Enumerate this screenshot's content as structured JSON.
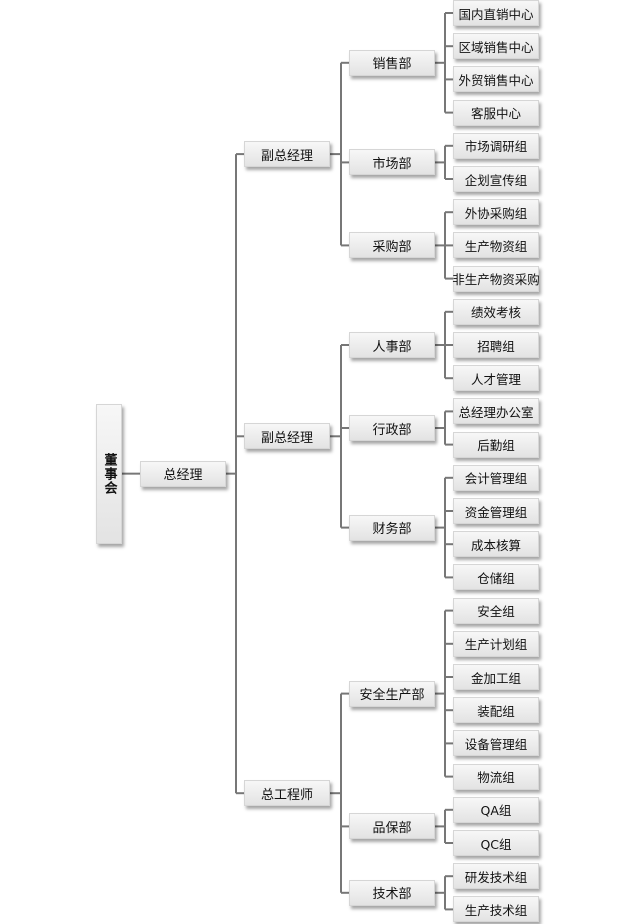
{
  "org": {
    "label": "董事会",
    "children": [
      {
        "label": "总经理",
        "children": [
          {
            "label": "副总经理",
            "children": [
              {
                "label": "销售部",
                "children": [
                  {
                    "label": "国内直销中心"
                  },
                  {
                    "label": "区域销售中心"
                  },
                  {
                    "label": "外贸销售中心"
                  },
                  {
                    "label": "客服中心"
                  }
                ]
              },
              {
                "label": "市场部",
                "children": [
                  {
                    "label": "市场调研组"
                  },
                  {
                    "label": "企划宣传组"
                  }
                ]
              },
              {
                "label": "采购部",
                "children": [
                  {
                    "label": "外协采购组"
                  },
                  {
                    "label": "生产物资组"
                  },
                  {
                    "label": "非生产物资采购"
                  }
                ]
              }
            ]
          },
          {
            "label": "副总经理",
            "children": [
              {
                "label": "人事部",
                "children": [
                  {
                    "label": "绩效考核"
                  },
                  {
                    "label": "招聘组"
                  },
                  {
                    "label": "人才管理"
                  }
                ]
              },
              {
                "label": "行政部",
                "children": [
                  {
                    "label": "总经理办公室"
                  },
                  {
                    "label": "后勤组"
                  }
                ]
              },
              {
                "label": "财务部",
                "children": [
                  {
                    "label": "会计管理组"
                  },
                  {
                    "label": "资金管理组"
                  },
                  {
                    "label": "成本核算"
                  },
                  {
                    "label": "仓储组"
                  }
                ]
              }
            ]
          },
          {
            "label": "总工程师",
            "children": [
              {
                "label": "安全生产部",
                "children": [
                  {
                    "label": "安全组"
                  },
                  {
                    "label": "生产计划组"
                  },
                  {
                    "label": "金加工组"
                  },
                  {
                    "label": "装配组"
                  },
                  {
                    "label": "设备管理组"
                  },
                  {
                    "label": "物流组"
                  }
                ]
              },
              {
                "label": "品保部",
                "children": [
                  {
                    "label": "QA组"
                  },
                  {
                    "label": "QC组"
                  }
                ]
              },
              {
                "label": "技术部",
                "children": [
                  {
                    "label": "研发技术组"
                  },
                  {
                    "label": "生产技术组"
                  }
                ]
              }
            ]
          }
        ]
      }
    ]
  }
}
